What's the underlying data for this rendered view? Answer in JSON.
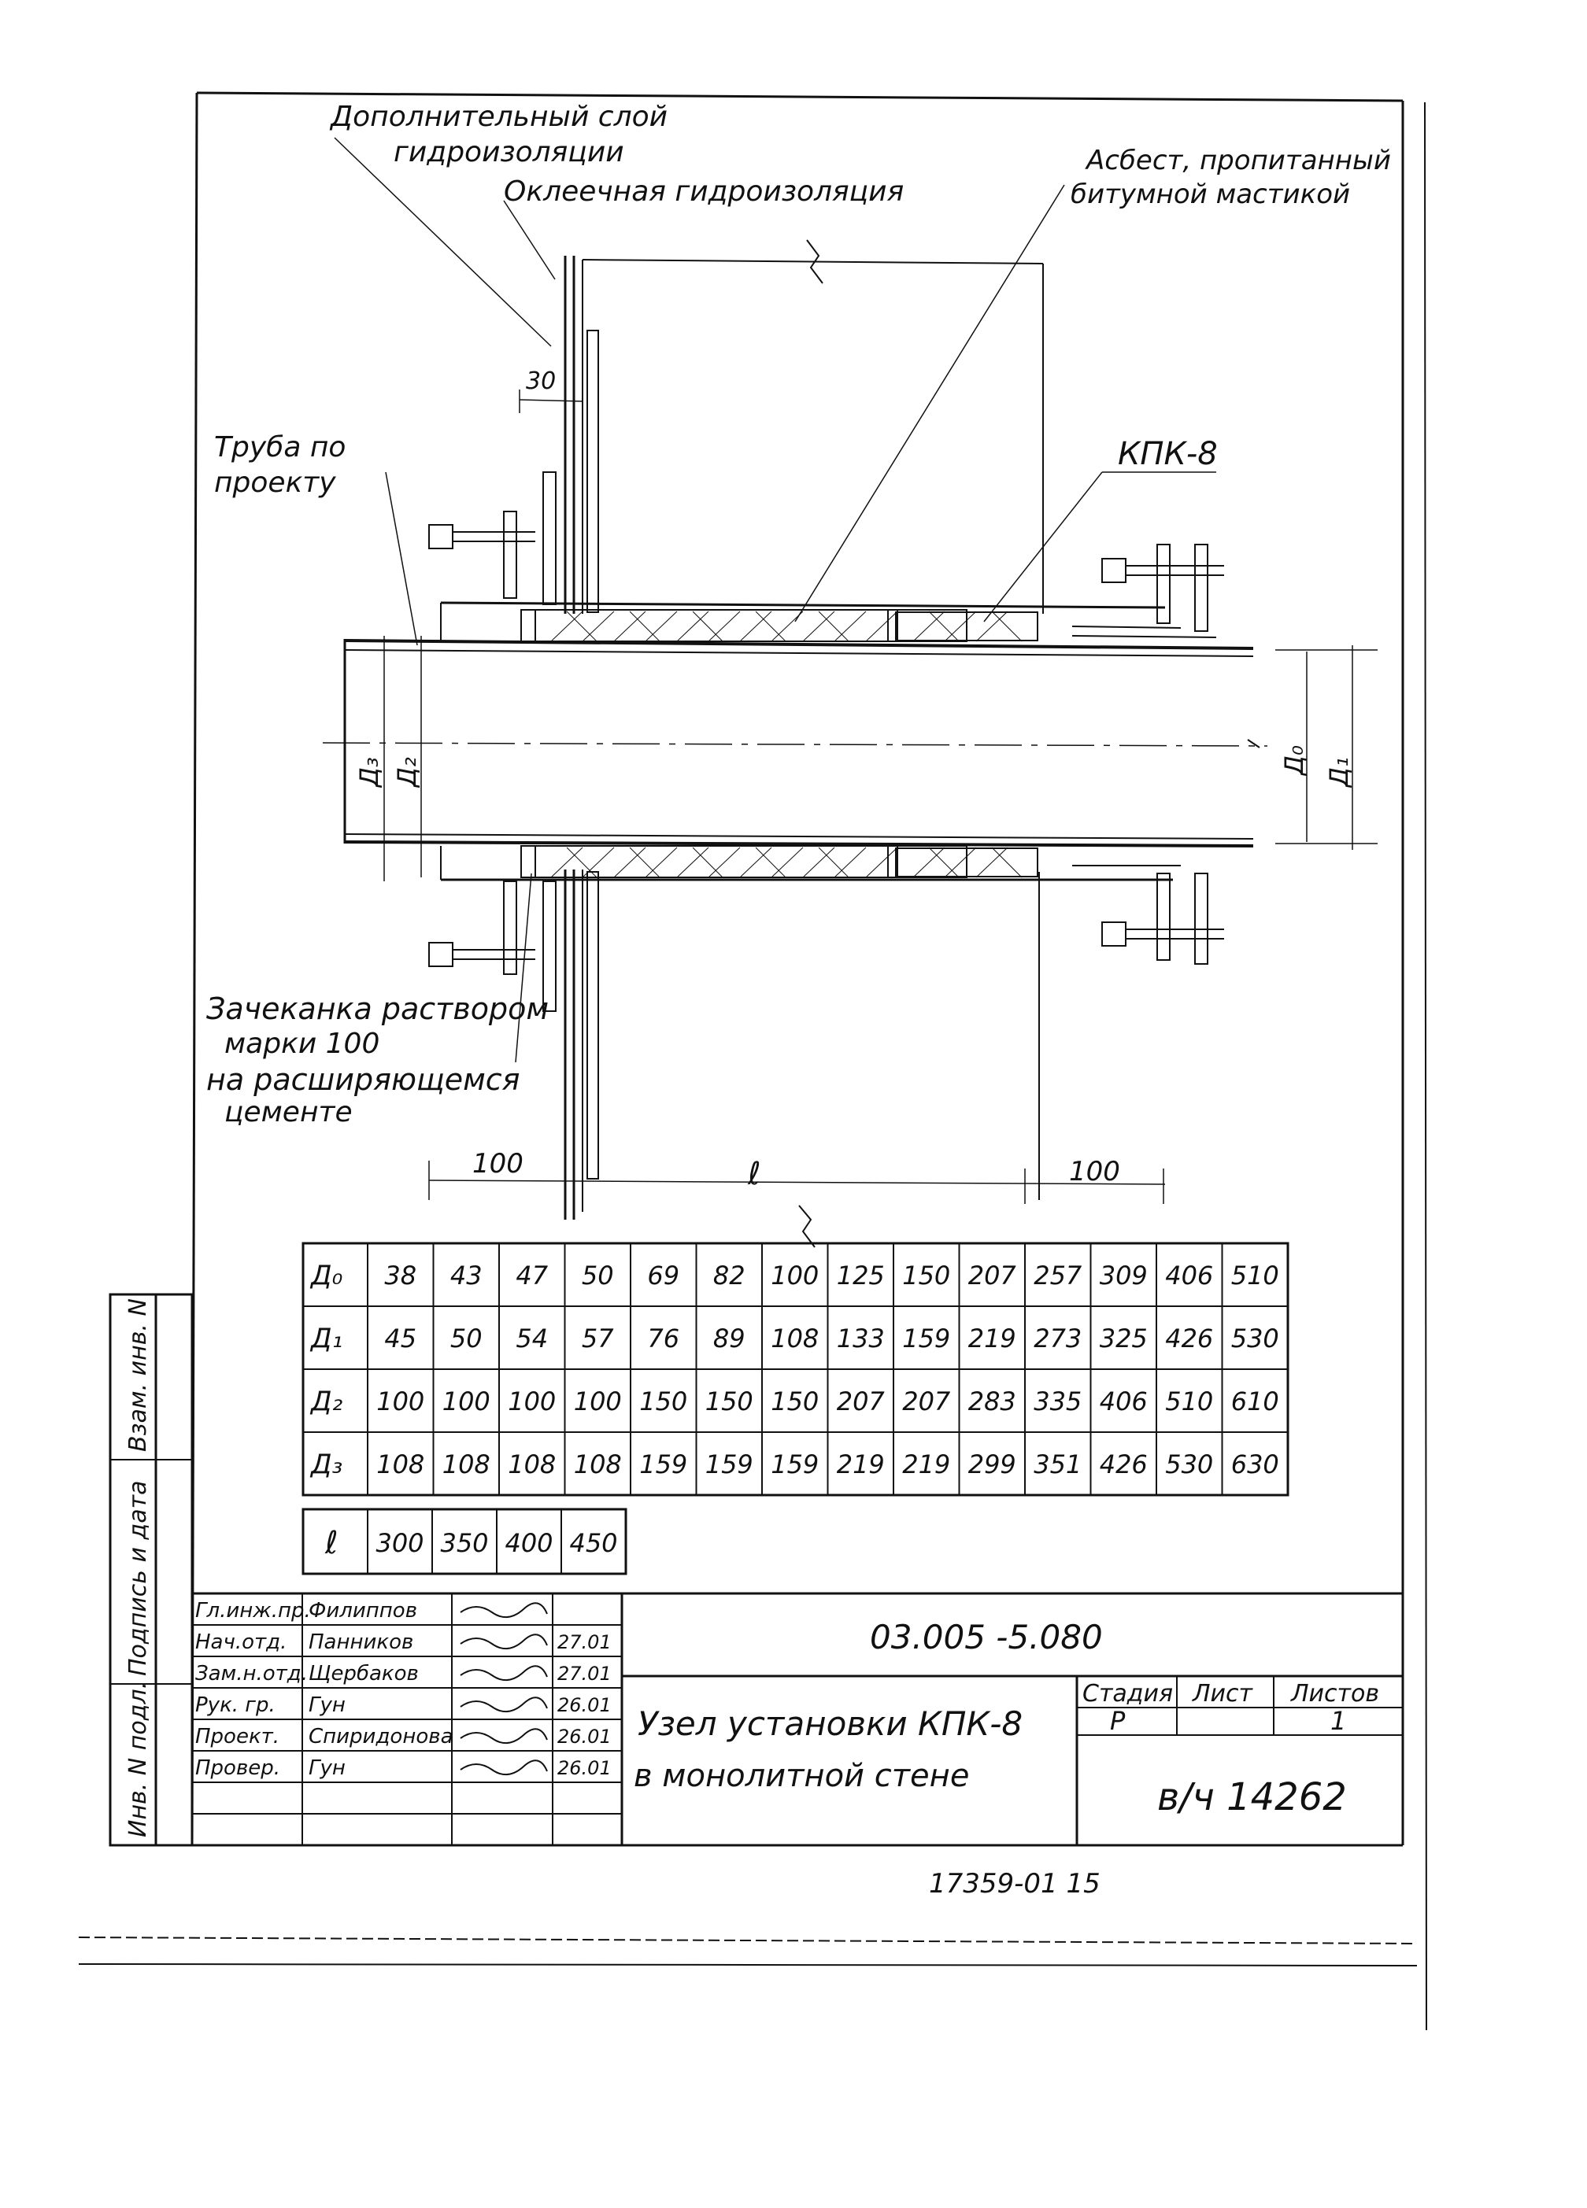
{
  "labels": {
    "extra_layer_1": "Дополнительный слой",
    "extra_layer_2": "гидроизоляции",
    "glued_waterproofing": "Оклеечная гидроизоляция",
    "asbestos_1": "Асбест, пропитанный",
    "asbestos_2": "битумной мастикой",
    "pipe_1": "Труба по",
    "pipe_2": "проекту",
    "kpk": "КПК-8",
    "caulk_1": "Зачеканка раствором",
    "caulk_2": "марки 100",
    "caulk_3": "на расширяющемся",
    "caulk_4": "цементе"
  },
  "dimensions": {
    "d30": "30",
    "left_100": "100",
    "right_100": "100",
    "t": "ℓ",
    "d0": "Д₀",
    "d1": "Д₁",
    "d2": "Д₂",
    "d3": "Д₃"
  },
  "dim_table": {
    "rows": [
      {
        "label": "Д₀",
        "values": [
          "38",
          "43",
          "47",
          "50",
          "69",
          "82",
          "100",
          "125",
          "150",
          "207",
          "257",
          "309",
          "406",
          "510"
        ]
      },
      {
        "label": "Д₁",
        "values": [
          "45",
          "50",
          "54",
          "57",
          "76",
          "89",
          "108",
          "133",
          "159",
          "219",
          "273",
          "325",
          "426",
          "530"
        ]
      },
      {
        "label": "Д₂",
        "values": [
          "100",
          "100",
          "100",
          "100",
          "150",
          "150",
          "150",
          "207",
          "207",
          "283",
          "335",
          "406",
          "510",
          "610"
        ]
      },
      {
        "label": "Д₃",
        "values": [
          "108",
          "108",
          "108",
          "108",
          "159",
          "159",
          "159",
          "219",
          "219",
          "299",
          "351",
          "426",
          "530",
          "630"
        ]
      }
    ]
  },
  "length_table": {
    "label": "ℓ",
    "values": [
      "300",
      "350",
      "400",
      "450"
    ]
  },
  "side_stamp": {
    "c1": "Инв. N подл.",
    "c2": "Подпись и дата",
    "c3": "Взам. инв. N"
  },
  "title_block": {
    "code": "03.005 -5.080",
    "title_1": "Узел установки КПК-8",
    "title_2": "в монолитной стене",
    "stage_h": "Стадия",
    "sheet_h": "Лист",
    "sheets_h": "Листов",
    "stage": "Р",
    "sheets": "1",
    "archive": "в/ч 14262",
    "people": [
      {
        "role": "Гл.инж.пр.",
        "name": "Филиппов",
        "date": ""
      },
      {
        "role": "Нач.отд.",
        "name": "Панников",
        "date": "27.01"
      },
      {
        "role": "Зам.н.отд.",
        "name": "Щербаков",
        "date": "27.01"
      },
      {
        "role": "Рук. гр.",
        "name": "Гун",
        "date": "26.01"
      },
      {
        "role": "Проект.",
        "name": "Спиридонова",
        "date": "26.01"
      },
      {
        "role": "Провер.",
        "name": "Гун",
        "date": "26.01"
      }
    ]
  },
  "footer_number": "17359-01   15"
}
